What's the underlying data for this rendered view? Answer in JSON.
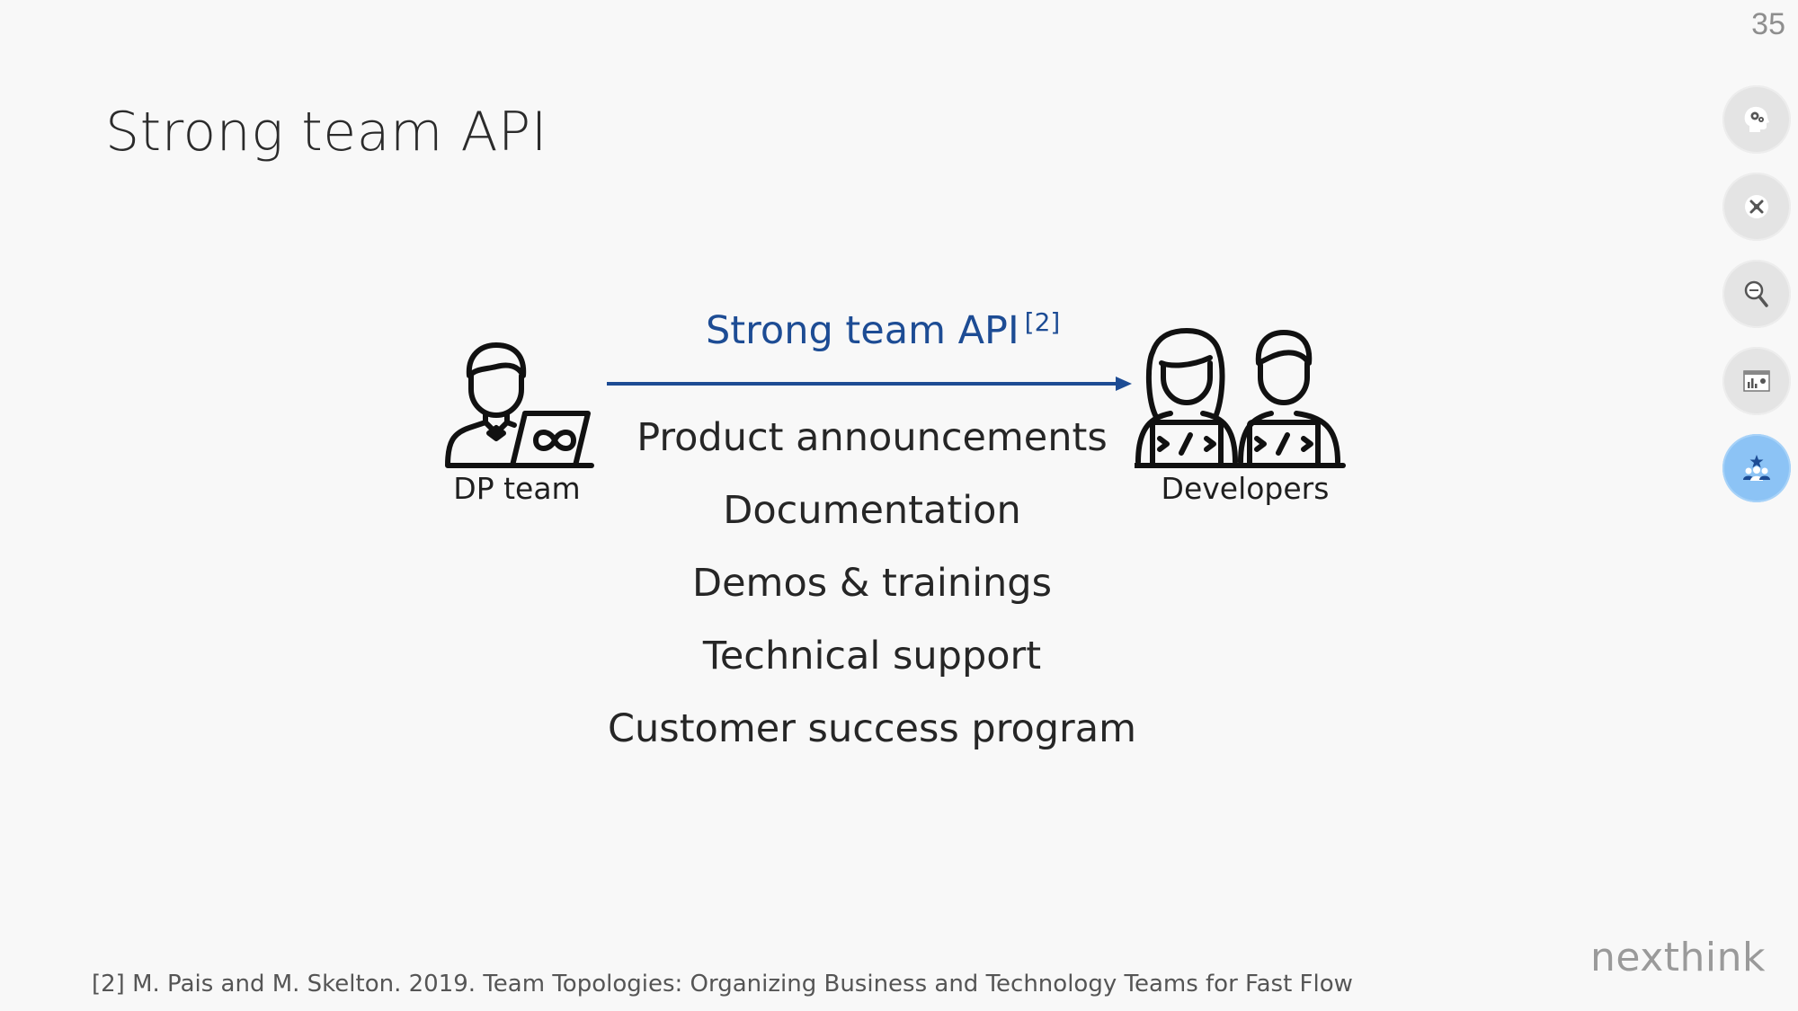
{
  "slide": {
    "number": "35",
    "title": "Strong team API"
  },
  "diagram": {
    "heading": "Strong team API",
    "heading_ref": "[2]",
    "left_actor": "DP team",
    "right_actor": "Developers",
    "items": [
      "Product announcements",
      "Documentation",
      "Demos & trainings",
      "Technical support",
      "Customer success program"
    ],
    "arrow_color": "#1d4c94"
  },
  "nav_rail": {
    "icons": [
      "head-gears-icon",
      "tools-gear-icon",
      "magnifier-icon",
      "dashboard-icon",
      "team-star-icon"
    ],
    "active_index": 4
  },
  "footnote": "[2] M. Pais and M. Skelton. 2019. Team Topologies: Organizing Business and Technology Teams for Fast Flow",
  "brand": {
    "logo_text": "nexthink"
  }
}
